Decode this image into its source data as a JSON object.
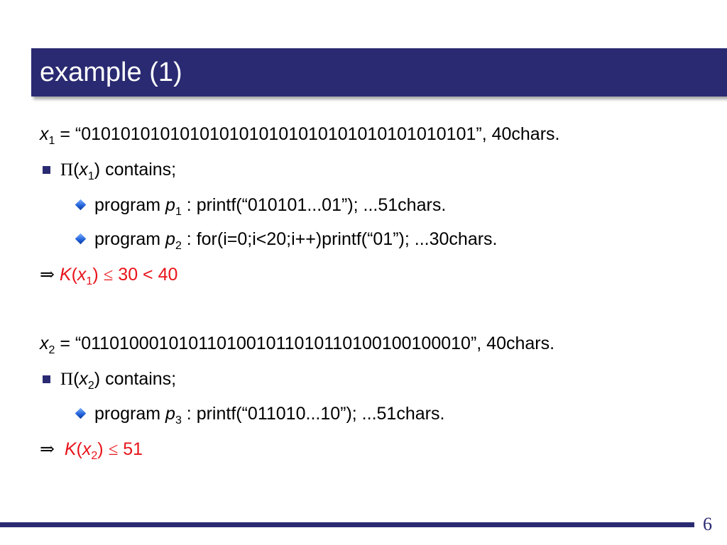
{
  "title": "example (1)",
  "page_number": "6",
  "colors": {
    "title_bar": "#2a2a72",
    "highlight": "#e8141b",
    "bullet": "#2a2a72"
  },
  "block1": {
    "x_var": "x",
    "x_sub": "1",
    "def_rest": " = “0101010101010101010101010101010101010101”, 40chars.",
    "pi_symbol": "Π",
    "contains_open": "(",
    "contains_var": "x",
    "contains_sub": "1",
    "contains_rest": ") contains;",
    "programs": [
      {
        "prefix": "program ",
        "var": "p",
        "sub": "1",
        "rest": " : printf(“010101...01”); ...51chars."
      },
      {
        "prefix": "program ",
        "var": "p",
        "sub": "2",
        "rest": " : for(i=0;i<20;i++)printf(“01”); ...30chars."
      }
    ],
    "implies": "⇒",
    "k_var": "K",
    "k_open": "(",
    "k_x": "x",
    "k_sub": "1",
    "k_close": ")",
    "leq": "≤",
    "bound": " 30 < 40"
  },
  "block2": {
    "x_var": "x",
    "x_sub": "2",
    "def_rest": " = “0110100010101101001011010110100100100010”, 40chars.",
    "pi_symbol": "Π",
    "contains_open": "(",
    "contains_var": "x",
    "contains_sub": "2",
    "contains_rest": ") contains;",
    "programs": [
      {
        "prefix": "program ",
        "var": "p",
        "sub": "3",
        "rest": " : printf(“011010...10”); ...51chars."
      }
    ],
    "implies": "⇒",
    "k_var": "K",
    "k_open": "(",
    "k_x": "x",
    "k_sub": "2",
    "k_close": ")",
    "leq": "≤",
    "bound": " 51"
  }
}
